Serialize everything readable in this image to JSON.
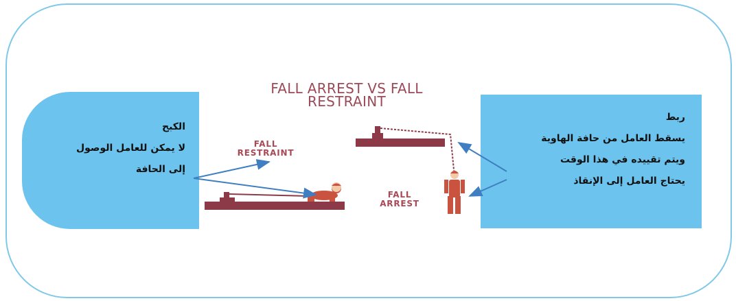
{
  "figure": {
    "title_line1": "FALL ARREST VS FALL",
    "title_line2": "RESTRAINT",
    "label_restraint_line1": "FALL",
    "label_restraint_line2": "RESTRAINT",
    "label_arrest_line1": "FALL",
    "label_arrest_line2": "ARREST"
  },
  "callout_left": {
    "title": "الكبح",
    "line1": "لا يمكن للعامل الوصول",
    "line2": "إلى الحافة"
  },
  "callout_right": {
    "title": "ربط",
    "line1": "يسقط العامل من حافة الهاوية",
    "line2": "ويتم تقييده في هذا الوقت",
    "line3": "يحتاج العامل إلى الإنقاذ"
  },
  "colors": {
    "frame": "#7fc8e8",
    "callout_fill": "#6cc3ee",
    "figure_maroon": "#8c3a47",
    "figure_title": "#9b4a58",
    "worker_orange": "#c9533e",
    "arrow": "#3f7fc1"
  }
}
